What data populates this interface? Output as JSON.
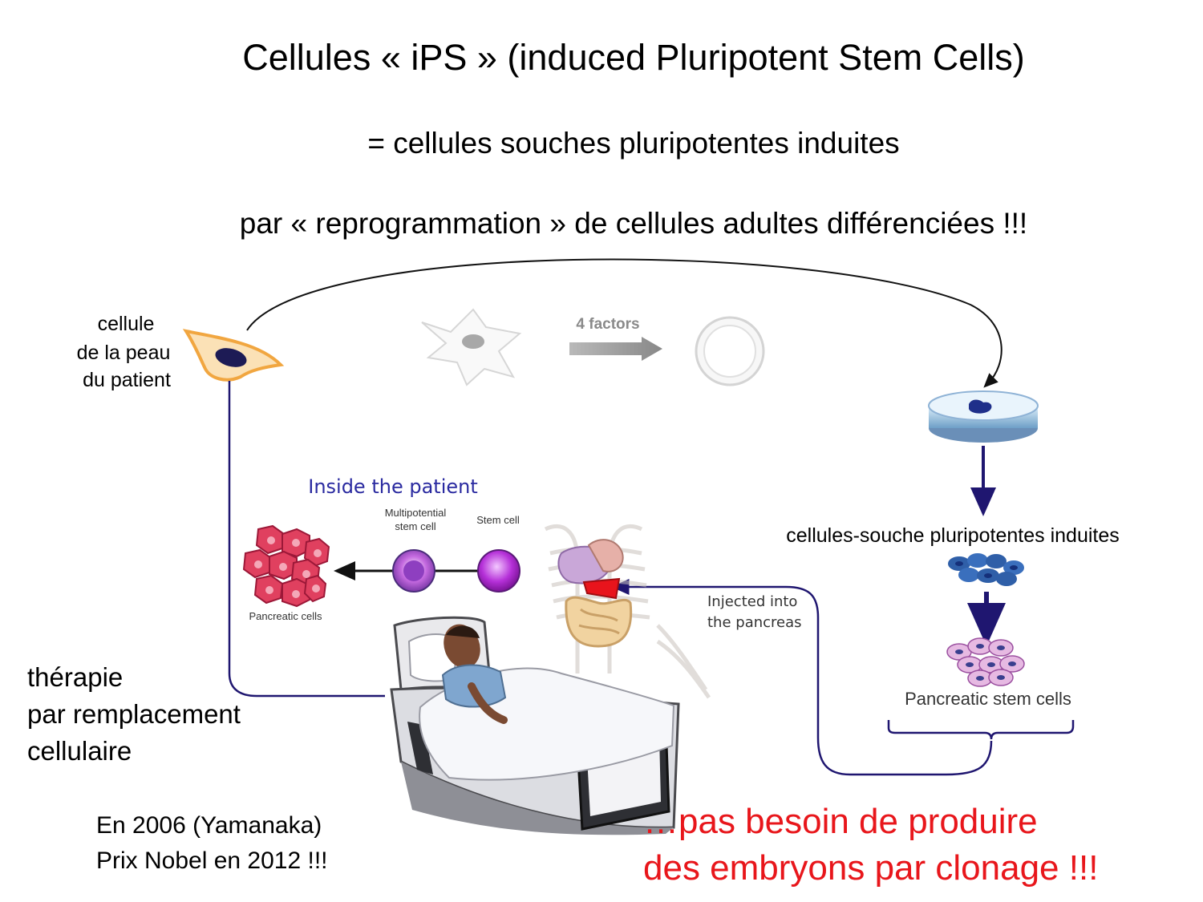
{
  "header": {
    "title": "Cellules « iPS » (induced Pluripotent Stem Cells)",
    "subtitle": "= cellules souches pluripotentes induites",
    "subtitle2": "par « reprogrammation » de cellules adultes différenciées !!!"
  },
  "diagram": {
    "skin_cell_label": [
      "cellule",
      "de la peau",
      "du patient"
    ],
    "factors_label": "4 factors",
    "ips_label": "cellules-souche pluripotentes induites",
    "pancreatic_stem_cells_label": "Pancreatic stem cells",
    "inside_patient_title": "Inside the patient",
    "multipotential_label": [
      "Multipotential",
      "stem cell"
    ],
    "stem_cell_label": "Stem cell",
    "pancreatic_cells_label": "Pancreatic cells",
    "injected_label": [
      "Injected into",
      "the pancreas"
    ],
    "therapy_label": [
      "thérapie",
      "par remplacement",
      "cellulaire"
    ]
  },
  "footer": {
    "history": [
      "En 2006 (Yamanaka)",
      "Prix Nobel en 2012 !!!"
    ],
    "conclusion": [
      "…pas besoin de produire",
      "des embryons par clonage !!!"
    ]
  },
  "colors": {
    "arrow_navy": "#1f1670",
    "conclusion_red": "#e8161b",
    "pancreatic_pink": "#d8325a",
    "stem_purple": "#a020c8",
    "ips_blue": "#2f5fa8",
    "skin_orange": "#f1a640"
  }
}
